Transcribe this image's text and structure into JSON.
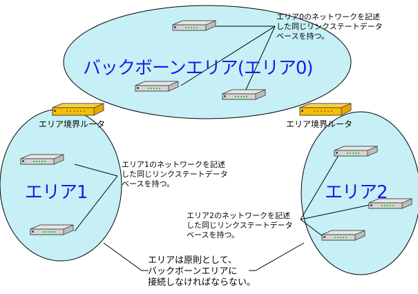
{
  "colors": {
    "area_fill": "#c6f0f5",
    "area_title": "#1a1ae6",
    "router_body": "#d8d8d8",
    "border_router_body": "#f0b800",
    "led": "#22cc22"
  },
  "backbone": {
    "title": "バックボーンエリア(エリア0)",
    "note_lines": [
      "エリア0のネットワークを記述",
      "した同じリンクステートデータ",
      "ベースを持つ。"
    ]
  },
  "border_routers": {
    "left_label": "エリア境界ルータ",
    "right_label": "エリア境界ルータ"
  },
  "area1": {
    "title": "エリア1",
    "note_lines": [
      "エリア1のネットワークを記述",
      "した同じリンクステートデータ",
      "ベースを持つ。"
    ]
  },
  "area2": {
    "title": "エリア2",
    "note_lines": [
      "エリア2のネットワークを記述",
      "した同じリンクステートデータ",
      "ベースを持つ。"
    ]
  },
  "rule_note_lines": [
    "エリアは原則として、",
    "バックボーンエリアに",
    "接続しなければならない。"
  ],
  "icons": {
    "router": "router-icon",
    "border_router": "area-border-router-icon"
  }
}
